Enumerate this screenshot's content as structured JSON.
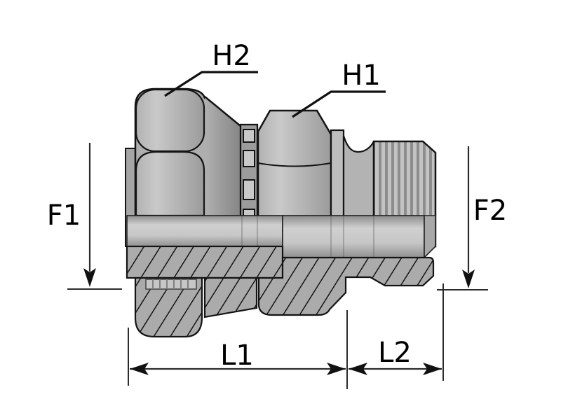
{
  "figure": {
    "type": "technical-drawing",
    "background_color": "#ffffff",
    "outline_color": "#141414",
    "dimension_line_color": "#2b2b2b",
    "metal_light": "#c9c9c9",
    "metal_mid": "#b0b0b0",
    "metal_dark": "#8d8d8d",
    "callouts": {
      "h2": "H2",
      "h1": "H1",
      "f1": "F1",
      "f2": "F2",
      "l1": "L1",
      "l2": "L2"
    }
  }
}
